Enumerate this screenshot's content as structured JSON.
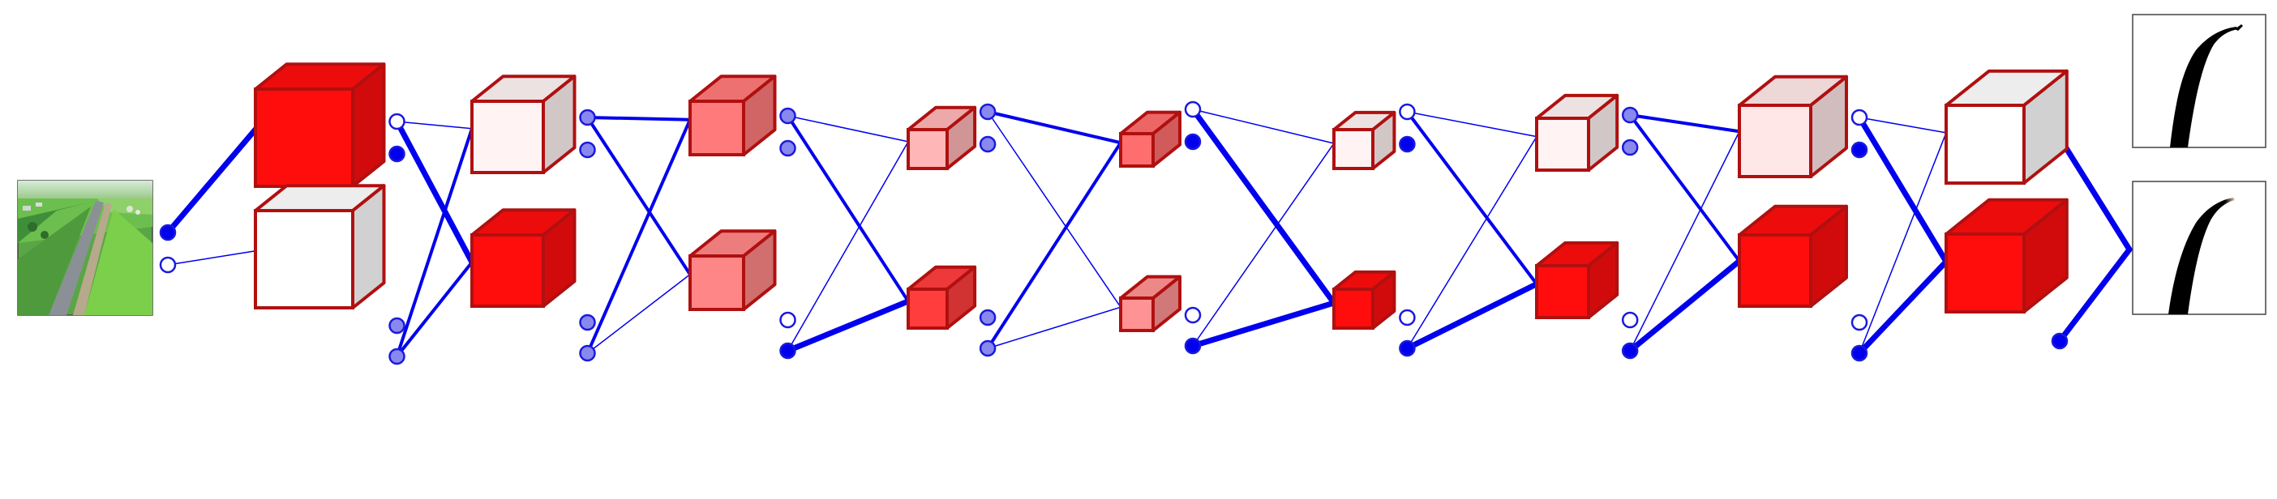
{
  "diagram": {
    "input_image": {
      "kind": "aerial-road-photo",
      "colors": {
        "grass": "#4fae3a",
        "road": "#8c9296",
        "sky": "#cfe6c8"
      }
    },
    "output_images": [
      {
        "kind": "segmentation-mask-1",
        "colors": {
          "mask": "#000000",
          "bg": "#ffffff"
        }
      },
      {
        "kind": "segmentation-mask-2",
        "colors": {
          "mask": "#000000",
          "bg": "#ffffff"
        }
      }
    ],
    "colors": {
      "edge": "#0000ee",
      "edge_stroke": "#1a1adc",
      "cube_stroke": "#b01010",
      "node_faint": "#8888ee"
    },
    "columns": [
      {
        "top": {
          "intensity": 1.0
        },
        "bottom": {
          "intensity": 0.0
        }
      },
      {
        "top": {
          "intensity": 0.05
        },
        "bottom": {
          "intensity": 1.0
        }
      },
      {
        "top": {
          "intensity": 0.55
        },
        "bottom": {
          "intensity": 0.5
        }
      },
      {
        "top": {
          "intensity": 0.3
        },
        "bottom": {
          "intensity": 0.8
        }
      },
      {
        "top": {
          "intensity": 0.6
        },
        "bottom": {
          "intensity": 0.45
        }
      },
      {
        "top": {
          "intensity": 0.05
        },
        "bottom": {
          "intensity": 1.0
        }
      },
      {
        "top": {
          "intensity": 0.05
        },
        "bottom": {
          "intensity": 1.0
        }
      },
      {
        "top": {
          "intensity": 0.1
        },
        "bottom": {
          "intensity": 1.0
        }
      },
      {
        "top": {
          "intensity": 0.0
        },
        "bottom": {
          "intensity": 1.0
        }
      }
    ],
    "transitions": [
      {
        "from": "input",
        "edges": [
          {
            "a": 0,
            "b": 0,
            "w": "strong"
          },
          {
            "a": 1,
            "b": 1,
            "w": "thin"
          }
        ]
      },
      {
        "edges": [
          {
            "a": 0,
            "b": 0,
            "w": "thin"
          },
          {
            "a": 0,
            "b": 1,
            "w": "strong"
          },
          {
            "a": 1,
            "b": 0,
            "w": "medium"
          },
          {
            "a": 1,
            "b": 1,
            "w": "medium"
          }
        ]
      },
      {
        "edges": [
          {
            "a": 0,
            "b": 0,
            "w": "medium"
          },
          {
            "a": 0,
            "b": 1,
            "w": "medium"
          },
          {
            "a": 1,
            "b": 0,
            "w": "medium"
          },
          {
            "a": 1,
            "b": 1,
            "w": "thin"
          }
        ]
      },
      {
        "edges": [
          {
            "a": 0,
            "b": 0,
            "w": "thin"
          },
          {
            "a": 0,
            "b": 1,
            "w": "medium"
          },
          {
            "a": 1,
            "b": 0,
            "w": "thin"
          },
          {
            "a": 1,
            "b": 1,
            "w": "strong"
          }
        ]
      },
      {
        "edges": [
          {
            "a": 0,
            "b": 0,
            "w": "medium"
          },
          {
            "a": 0,
            "b": 1,
            "w": "thin"
          },
          {
            "a": 1,
            "b": 0,
            "w": "medium"
          },
          {
            "a": 1,
            "b": 1,
            "w": "thin"
          }
        ]
      },
      {
        "edges": [
          {
            "a": 0,
            "b": 0,
            "w": "thin"
          },
          {
            "a": 0,
            "b": 1,
            "w": "strong"
          },
          {
            "a": 1,
            "b": 0,
            "w": "thin"
          },
          {
            "a": 1,
            "b": 1,
            "w": "strong"
          }
        ]
      },
      {
        "edges": [
          {
            "a": 0,
            "b": 0,
            "w": "thin"
          },
          {
            "a": 0,
            "b": 1,
            "w": "medium"
          },
          {
            "a": 1,
            "b": 0,
            "w": "thin"
          },
          {
            "a": 1,
            "b": 1,
            "w": "strong"
          }
        ]
      },
      {
        "edges": [
          {
            "a": 0,
            "b": 0,
            "w": "medium"
          },
          {
            "a": 0,
            "b": 1,
            "w": "medium"
          },
          {
            "a": 1,
            "b": 0,
            "w": "thin"
          },
          {
            "a": 1,
            "b": 1,
            "w": "strong"
          }
        ]
      },
      {
        "edges": [
          {
            "a": 0,
            "b": 0,
            "w": "thin"
          },
          {
            "a": 0,
            "b": 1,
            "w": "strong"
          },
          {
            "a": 1,
            "b": 0,
            "w": "thin"
          },
          {
            "a": 1,
            "b": 1,
            "w": "strong"
          }
        ]
      },
      {
        "to": "output",
        "edges": [
          {
            "a": 0,
            "b": 0,
            "w": "strong"
          },
          {
            "a": 1,
            "b": 1,
            "w": "strong"
          }
        ]
      }
    ]
  }
}
